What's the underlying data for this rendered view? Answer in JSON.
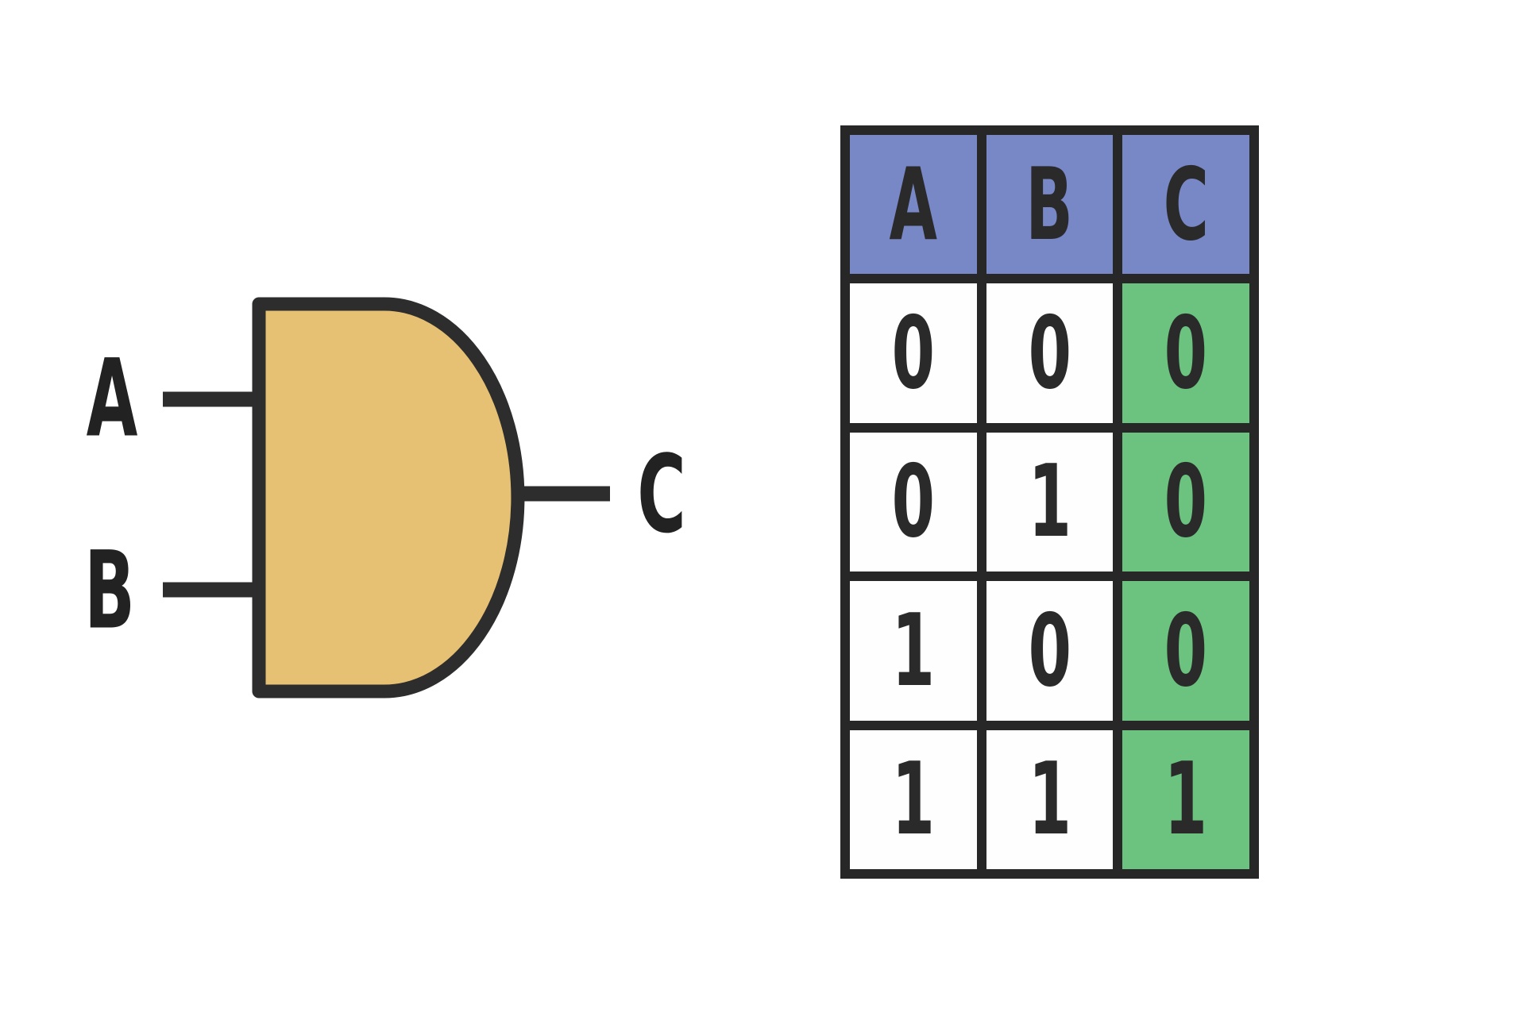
{
  "gate_diagram": {
    "input_labels": [
      "A",
      "B"
    ],
    "output_label": "C",
    "fill_color": "#e7c173",
    "line_color": "#2d2d2d"
  },
  "truth_table": {
    "columns": [
      "A",
      "B",
      "C"
    ],
    "rows": [
      [
        "0",
        "0",
        "0"
      ],
      [
        "0",
        "1",
        "0"
      ],
      [
        "1",
        "0",
        "0"
      ],
      [
        "1",
        "1",
        "1"
      ]
    ],
    "colors": {
      "header_bg": "#7887c5",
      "output_col_bg": "#6cc27f",
      "grid_color": "#272727",
      "cell_bg": "#ffffff"
    }
  }
}
